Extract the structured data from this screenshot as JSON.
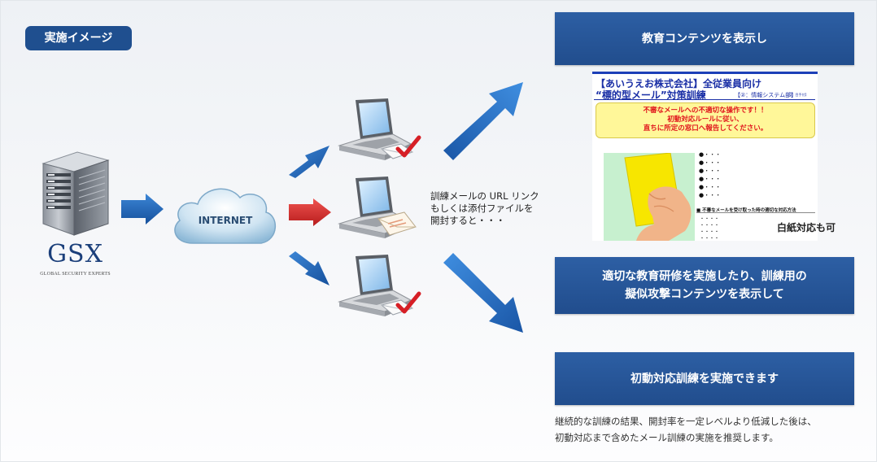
{
  "tag": "実施イメージ",
  "gsx": {
    "logo": "GSX",
    "subtitle": "GLOBAL SECURITY EXPERTS"
  },
  "internet_label": "INTERNET",
  "mid_caption": "訓練メールの URL リンク\nもしくは添付ファイルを\n開封すると・・・",
  "boxes": {
    "top": "教育コンテンツを表示し",
    "middle": "適切な教育研修を実施したり、訓練用の\n擬似攻撃コンテンツを表示して",
    "bottom": "初動対応訓練を実施できます"
  },
  "doc": {
    "title_line1": "【あいうえお株式会社】全従業員向け",
    "title_line2": "“標的型メール”対策訓練",
    "dept": "【②：情報システム部】",
    "page": "【3：目手付】",
    "warning": [
      "不審なメールへの不適切な操作です！！",
      "初動対応ルールに従い、",
      "直ちに所定の窓口へ報告してください。"
    ],
    "bullets_top": [
      "●・・・",
      "●・・・",
      "●・・・",
      "●・・・",
      "●・・・",
      "●・・・"
    ],
    "section_heading": "■ 不審なメールを受け取った時の適切な対応方法",
    "bullets_bottom": [
      "・・・・",
      "・・・・",
      "・・・・",
      "・・・・"
    ]
  },
  "blank_note": "白紙対応も可",
  "bottom_note": "継続的な訓練の結果、開封率を一定レベルより低減した後は、\n初動対応まで含めたメール訓練の実施を推奨します。",
  "colors": {
    "navy": "#1f4f8f",
    "box_blue": "#2858a0",
    "arrow_blue": "#1e63b8",
    "arrow_red": "#d9262a",
    "check_red": "#d61f26",
    "doc_blue": "#1a2fa6",
    "warning_yellow": "#fff799"
  }
}
